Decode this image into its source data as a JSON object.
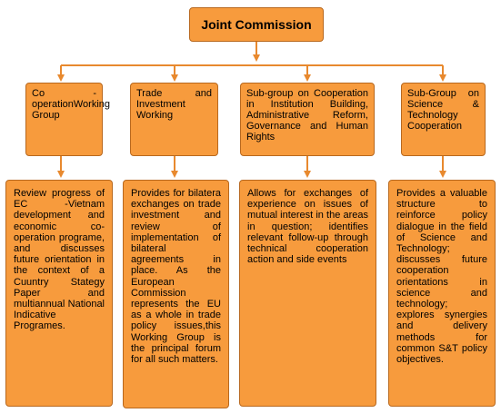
{
  "root": {
    "label": "Joint Commission"
  },
  "groups": [
    {
      "title": "Co - operationWorking Group",
      "description": "Review progress of EC -Vietnam development and economic co-operation programe, and discusses future orientation in the context of a Cuuntry Stategy Paper and multiannual National Indicative Programes."
    },
    {
      "title": "Trade and Investment Working",
      "description": "Provides for bilatera exchanges on trade investment and review of implementation of bilateral agreements in place. As the European Commission represents the EU as a whole in trade policy issues,this Working Group is the principal forum for all such matters."
    },
    {
      "title": "Sub-group on Cooperation in Institution Building, Administrative Reform, Governance and Human Rights",
      "description": "Allows for exchanges of experience on issues of mutual interest in the areas in question; identifies relevant follow-up through technical cooperation action and side events"
    },
    {
      "title": "Sub-Group on Science & Technology Cooperation",
      "description": "Provides a valuable structure to reinforce policy dialogue in the field of Science and Technology; discusses future cooperation orientations in science and technology; explores synergies and delivery methods for common S&T policy objectives."
    }
  ],
  "colors": {
    "box_fill": "#F79B3D",
    "box_border": "#B8681E",
    "connector": "#E8892E"
  }
}
